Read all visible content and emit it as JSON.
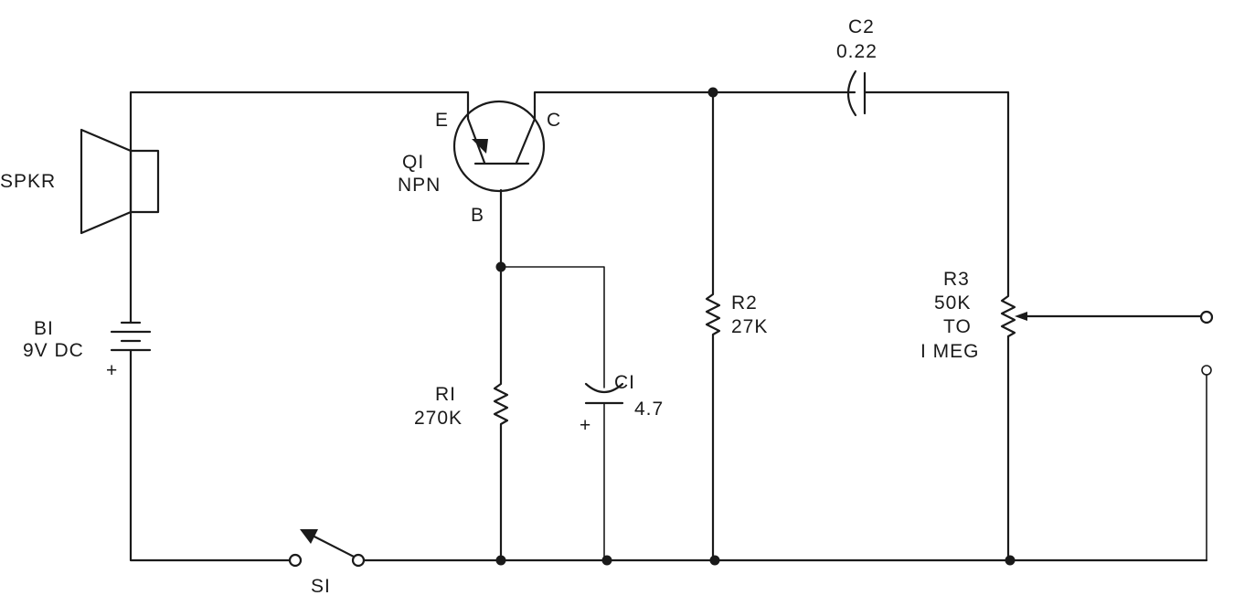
{
  "components": {
    "speaker": {
      "label": "SPKR"
    },
    "battery": {
      "ref": "BI",
      "value": "9V DC",
      "polarity": "+"
    },
    "transistor": {
      "ref": "QI",
      "type": "NPN",
      "emitter": "E",
      "collector": "C",
      "base": "B"
    },
    "r1": {
      "ref": "RI",
      "value": "270K"
    },
    "c1": {
      "ref": "CI",
      "value": "4.7",
      "polarity": "+"
    },
    "r2": {
      "ref": "R2",
      "value": "27K"
    },
    "c2": {
      "ref": "C2",
      "value": "0.22"
    },
    "r3": {
      "ref": "R3",
      "value_line1": "50K",
      "value_line2": "TO",
      "value_line3": "I MEG"
    },
    "switch": {
      "ref": "SI"
    }
  }
}
